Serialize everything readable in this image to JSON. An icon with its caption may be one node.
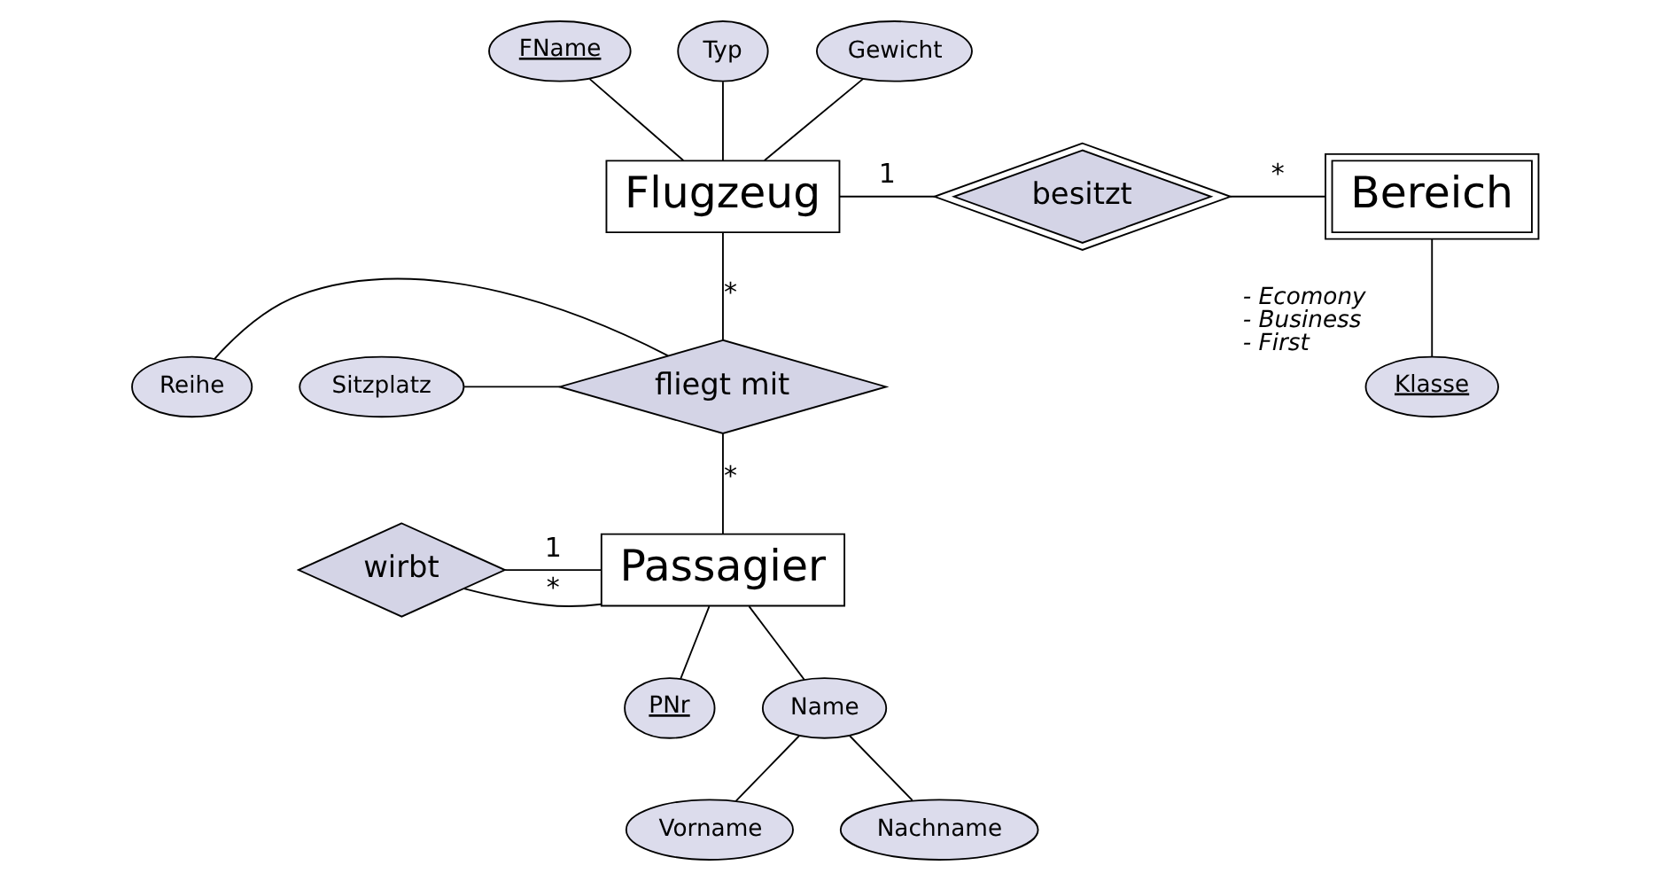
{
  "diagram": {
    "nodes": [
      {
        "text": [
          "FName"
        ]
      },
      {
        "text": [
          "Typ"
        ]
      },
      {
        "text": [
          "Gewicht"
        ]
      },
      {
        "text": [
          "Flugzeug"
        ]
      },
      {
        "text": [
          "besitzt"
        ]
      },
      {
        "text": [
          "Bereich"
        ]
      },
      {
        "text": [
          "Klasse"
        ],
        "beside": [
          "- Ecomony",
          "- Business",
          "- First"
        ]
      },
      {
        "text": [
          "Reihe"
        ]
      },
      {
        "text": [
          "Sitzplatz"
        ]
      },
      {
        "text": [
          "fliegt mit"
        ]
      },
      {
        "text": [
          "wirbt"
        ]
      },
      {
        "text": [
          "Passagier"
        ]
      },
      {
        "text": [
          "PNr"
        ]
      },
      {
        "text": [
          "Name"
        ]
      },
      {
        "text": [
          "Vorname"
        ]
      },
      {
        "text": [
          "Nachname"
        ]
      }
    ],
    "edges": [
      {
        "from": 0,
        "to": 3,
        "arrow": "none"
      },
      {
        "from": 1,
        "to": 3,
        "arrow": "none"
      },
      {
        "from": 2,
        "to": 3,
        "arrow": "none"
      },
      {
        "from": 3,
        "to": 4,
        "arrow": "none",
        "label": "1"
      },
      {
        "from": 4,
        "to": 5,
        "arrow": "none",
        "label": "*"
      },
      {
        "from": 5,
        "to": 6,
        "arrow": "none"
      },
      {
        "from": 7,
        "to": 9,
        "arrow": "none"
      },
      {
        "from": 8,
        "to": 9,
        "arrow": "none"
      },
      {
        "from": 3,
        "to": 9,
        "arrow": "none",
        "label": "*"
      },
      {
        "from": 9,
        "to": 11,
        "arrow": "none",
        "label": "*"
      },
      {
        "from": 10,
        "to": 11,
        "arrow": "none",
        "label": "1"
      },
      {
        "from": 10,
        "to": 11,
        "arrow": "none",
        "label": "*"
      },
      {
        "from": 11,
        "to": 12,
        "arrow": "none"
      },
      {
        "from": 11,
        "to": 13,
        "arrow": "none"
      },
      {
        "from": 13,
        "to": 14,
        "arrow": "none"
      },
      {
        "from": 13,
        "to": 15,
        "arrow": "none"
      }
    ]
  }
}
